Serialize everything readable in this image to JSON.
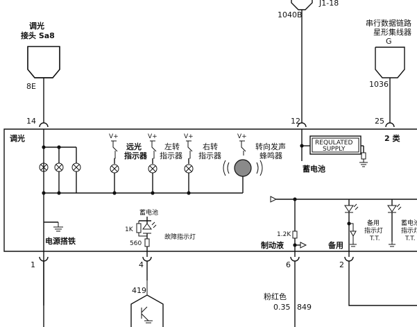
{
  "connectors": {
    "dimmer": {
      "title1": "调光",
      "title2": "接头 Sa8",
      "pin": "8E",
      "pin_num": "14"
    },
    "top": {
      "id": "J1-18",
      "wire": "1040B",
      "pin_num": "12"
    },
    "serial": {
      "title1": "串行数据链路",
      "title2": "星形集线器",
      "letter": "G",
      "wire": "1036",
      "pin_num": "25"
    }
  },
  "module": {
    "left_label": "调光",
    "right_label": "2 类",
    "vplus": "V+",
    "high_beam": [
      "远光",
      "指示器"
    ],
    "left_turn": [
      "左转",
      "指示器"
    ],
    "right_turn": [
      "右转",
      "指示器"
    ],
    "buzzer": [
      "转向发声",
      "蜂鸣器"
    ],
    "regulated": [
      "REQULATED",
      "SUPPLY"
    ],
    "battery": "蓄电池",
    "fault_battery": "蓄电池",
    "r1k": "1K",
    "r560": "560",
    "fault_lamp": "故障指示灯",
    "ground": "电源搭铁",
    "r12k": "1.2K",
    "brake_fluid": "制动液",
    "spare": "备用",
    "spare_lamp": [
      "备用",
      "指示灯",
      "T.T."
    ],
    "battery_lamp": [
      "蓄电池",
      "指示灯",
      "T.T."
    ]
  },
  "bottom": {
    "pin1": "1",
    "pin4": "4",
    "pin6": "6",
    "pin2": "2",
    "conn_419": "419",
    "wire_color": "粉红色",
    "wire_gauge": "0.35",
    "wire_num": "849"
  }
}
